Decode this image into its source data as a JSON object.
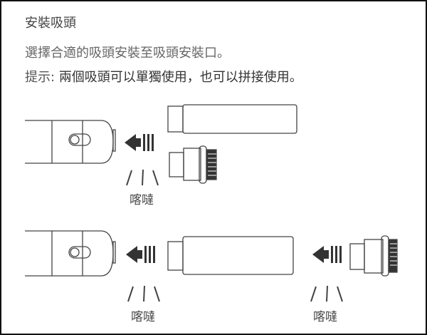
{
  "title": "安裝吸頭",
  "instruction": "選擇合適的吸頭安裝至吸頭安裝口。",
  "tip_prefix": "提示:",
  "tip_text": "兩個吸頭可以單獨使用，也可以拼接使用。",
  "diagram": {
    "click_label_top": "喀噠",
    "click_label_bottom_left": "喀噠",
    "click_label_bottom_right": "喀噠"
  }
}
